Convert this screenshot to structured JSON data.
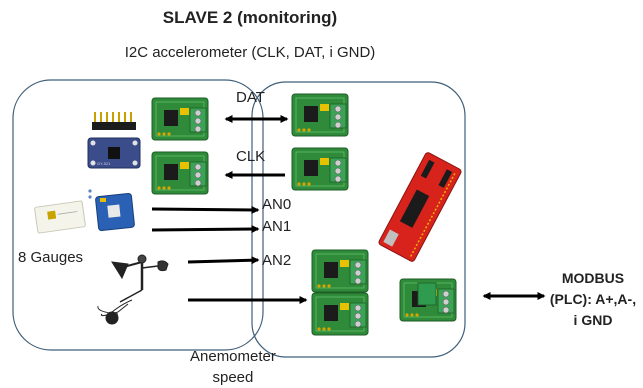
{
  "title": "SLAVE 2 (monitoring)",
  "subtitle": "I2C accelerometer (CLK, DAT, i GND)",
  "signals": {
    "dat": "DAT",
    "clk": "CLK",
    "an0": "AN0",
    "an1": "AN1",
    "an2": "AN2"
  },
  "gauges_label": "8 Gauges",
  "anemometer_label": [
    "Anemometer",
    "speed"
  ],
  "modbus_label": "MODBUS (PLC): A+,A-, i GND",
  "icons": [
    "pin-header-icon",
    "accelerometer-board-icon",
    "strain-gauge-icon",
    "wireless-sensor-board-icon",
    "anemometer-icon",
    "adc-module-icon",
    "microcontroller-board-icon",
    "terminal-block-icon"
  ],
  "colors": {
    "box_stroke": "#3f5f7a",
    "arrow": "#000000",
    "module_green": "#2f8a3a",
    "terminal_green": "#2e9b4f",
    "mcu_red": "#d8231d",
    "accel_blue": "#3a4c8a"
  }
}
